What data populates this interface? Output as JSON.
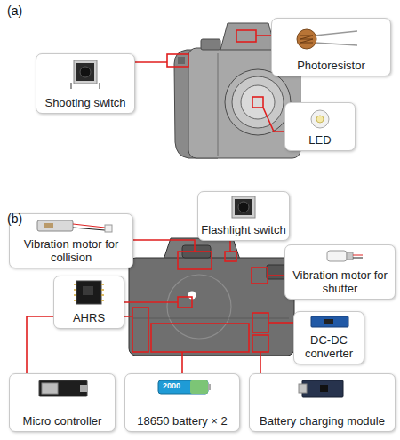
{
  "diagram": {
    "nodes": [
      {
        "text": [
          "Photoresistor"
        ]
      },
      {
        "text": [
          "Shooting switch"
        ]
      },
      {
        "text": [
          "LED"
        ]
      },
      {
        "text": [
          "Flashlight switch"
        ]
      },
      {
        "text": [
          "Vibration motor for collision"
        ]
      },
      {
        "text": [
          "Vibration motor for shutter"
        ]
      },
      {
        "text": [
          "AHRS"
        ]
      },
      {
        "text": [
          "DC-DC converter"
        ]
      },
      {
        "text": [
          "Micro controller"
        ]
      },
      {
        "text": [
          "18650 battery × 2"
        ]
      },
      {
        "text": [
          "Battery charging module"
        ]
      }
    ],
    "labels": [
      "(a)",
      "(b)",
      "2000"
    ]
  }
}
